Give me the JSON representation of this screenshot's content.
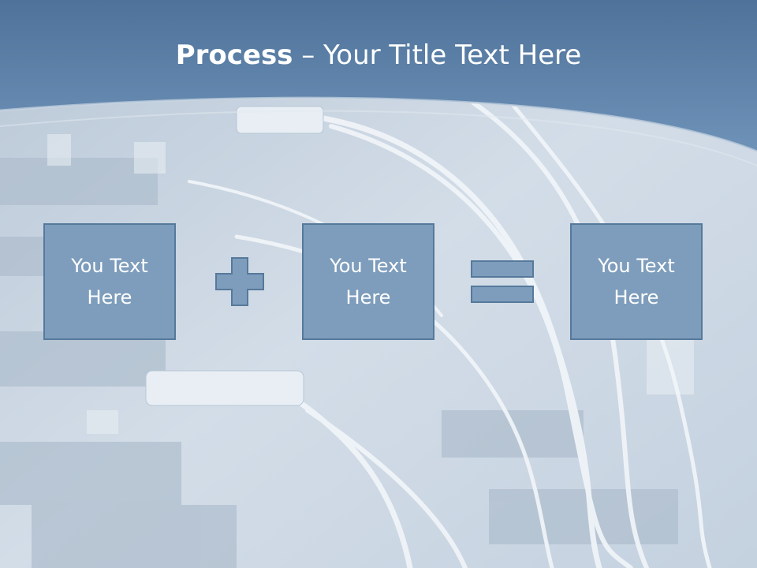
{
  "slide": {
    "title_bold": "Process",
    "title_rest": " – Your Title Text Here",
    "boxes": [
      {
        "text": "You Text Here"
      },
      {
        "text": "You Text Here"
      },
      {
        "text": "You Text Here"
      }
    ],
    "operators": [
      "plus",
      "equals"
    ]
  },
  "colors": {
    "header": "#5c80a8",
    "box_fill": "#7e9dbc",
    "box_border": "#56799b",
    "background": "#c9d6e3"
  }
}
